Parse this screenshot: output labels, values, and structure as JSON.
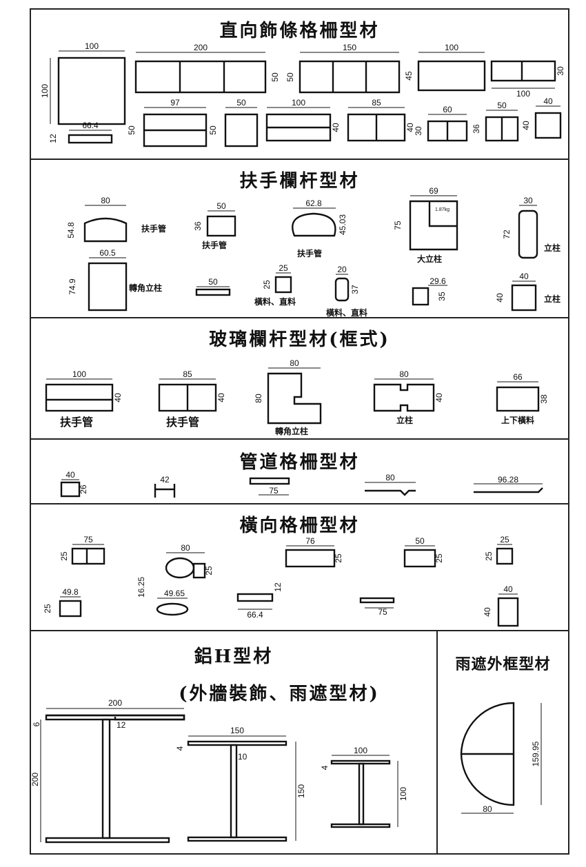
{
  "sections": [
    {
      "title": "直向飾條格柵型材",
      "profiles": [
        {
          "width": "100",
          "height": "100"
        },
        {
          "width": "200",
          "height": "50"
        },
        {
          "width": "150",
          "height": "50"
        },
        {
          "width": "100",
          "height": "45"
        },
        {
          "width": "100",
          "height": "30"
        },
        {
          "width": "66.4",
          "height": "12"
        },
        {
          "width": "97",
          "height": "50"
        },
        {
          "width": "50",
          "height": "50"
        },
        {
          "width": "100",
          "height": "40"
        },
        {
          "width": "85",
          "height": "40"
        },
        {
          "width": "60",
          "height": "30"
        },
        {
          "width": "50",
          "height": "36"
        },
        {
          "width": "40",
          "height": "40"
        }
      ]
    },
    {
      "title": "扶手欄杆型材",
      "profiles": [
        {
          "width": "80",
          "height": "54.8",
          "label": "扶手管"
        },
        {
          "width": "50",
          "height": "36",
          "label": "扶手管"
        },
        {
          "width": "62.8",
          "height": "45.03",
          "label": "扶手管"
        },
        {
          "width": "69",
          "height": "75",
          "label": "大立柱",
          "note": "1.87kg"
        },
        {
          "width": "30",
          "height": "72",
          "label": "立柱"
        },
        {
          "width": "60.5",
          "height": "74.9",
          "label": "轉角立柱"
        },
        {
          "width": "50"
        },
        {
          "width": "25",
          "height": "25",
          "label": "橫料、直料"
        },
        {
          "width": "20",
          "height": "37",
          "label": "橫料、直料"
        },
        {
          "width": "29.6",
          "height": "35"
        },
        {
          "width": "40",
          "height": "40",
          "label": "立柱"
        }
      ]
    },
    {
      "title": "玻璃欄杆型材(框式)",
      "profiles": [
        {
          "width": "100",
          "height": "40",
          "label": "扶手管"
        },
        {
          "width": "85",
          "height": "40",
          "label": "扶手管"
        },
        {
          "width": "80",
          "height": "80",
          "label": "轉角立柱"
        },
        {
          "width": "80",
          "height": "40",
          "label": "立柱"
        },
        {
          "width": "66",
          "height": "38",
          "label": "上下橫料"
        }
      ]
    },
    {
      "title": "管道格柵型材",
      "profiles": [
        {
          "width": "40",
          "height": "26"
        },
        {
          "width": "42"
        },
        {
          "width": "75"
        },
        {
          "width": "80"
        },
        {
          "width": "96.28"
        }
      ]
    },
    {
      "title": "橫向格柵型材",
      "profiles": [
        {
          "width": "75",
          "height": "25"
        },
        {
          "width": "80",
          "height": "25"
        },
        {
          "width": "76",
          "height": "25"
        },
        {
          "width": "50",
          "height": "25"
        },
        {
          "width": "25",
          "height": "25"
        },
        {
          "width": "49.8",
          "height": "25"
        },
        {
          "width": "49.65",
          "height": "16.25"
        },
        {
          "width": "66.4",
          "height": "12"
        },
        {
          "width": "75"
        },
        {
          "width": "40",
          "height": "40"
        }
      ]
    },
    {
      "title": "鋁H型材",
      "subtitle": "(外牆裝飾、雨遮型材)",
      "profiles": [
        {
          "width": "200",
          "height": "200",
          "flange": "6",
          "web": "12"
        },
        {
          "width": "150",
          "height": "150",
          "flange": "4",
          "web": "10"
        },
        {
          "width": "100",
          "height": "100",
          "flange": "4"
        }
      ]
    },
    {
      "title": "雨遮外框型材",
      "profiles": [
        {
          "width": "80",
          "height": "159.95"
        }
      ]
    }
  ]
}
